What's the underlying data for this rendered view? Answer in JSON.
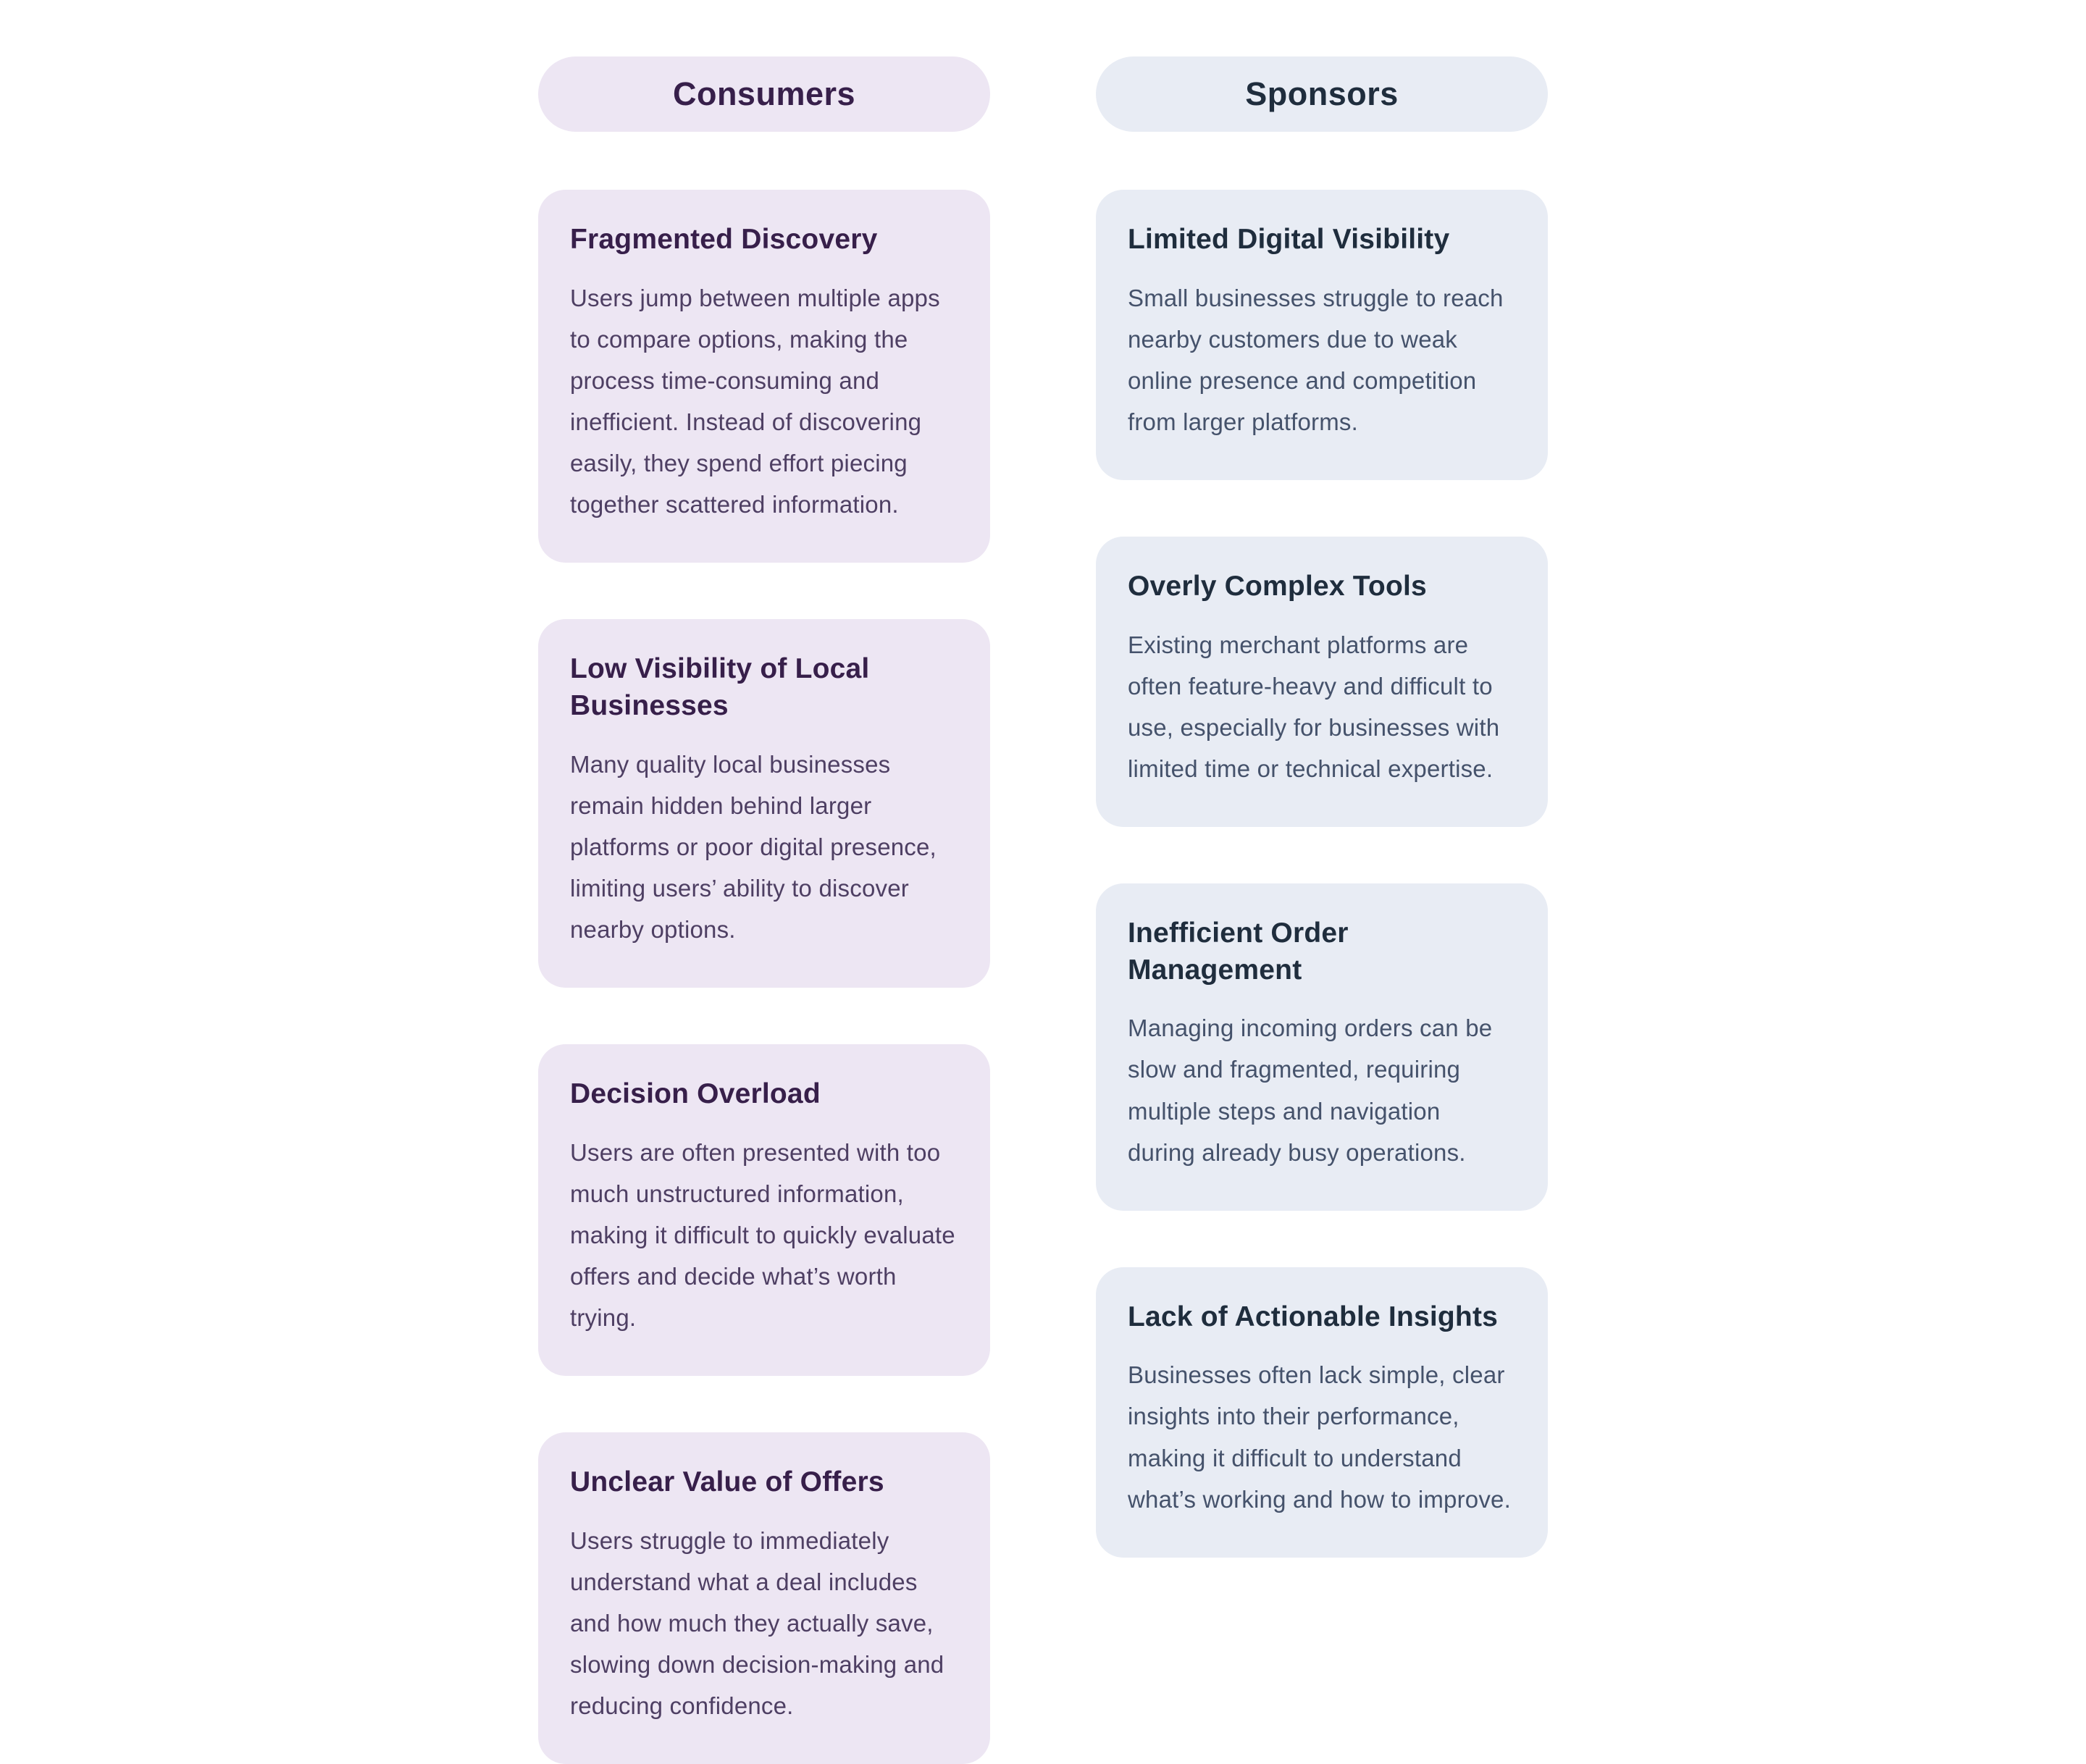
{
  "colors": {
    "consumers_bg": "#ede6f3",
    "consumers_heading": "#371f4a",
    "consumers_body": "#4e3f63",
    "sponsors_bg": "#e8ecf4",
    "sponsors_heading": "#1f2d3d",
    "sponsors_body": "#45526b",
    "page_bg": "#ffffff"
  },
  "columns": [
    {
      "title": "Consumers",
      "cards": [
        {
          "title": "Fragmented Discovery",
          "body": "Users jump between multiple apps to compare options, making the process time-consuming and inefficient. Instead of discovering easily, they spend effort piecing together scattered information."
        },
        {
          "title": "Low Visibility of Local Businesses",
          "body": "Many quality local businesses remain hidden behind larger platforms or poor digital presence, limiting users’ ability to discover nearby options."
        },
        {
          "title": "Decision Overload",
          "body": "Users are often presented with too much unstructured information, making it difficult to quickly evaluate offers and decide what’s worth trying."
        },
        {
          "title": "Unclear Value of Offers",
          "body": "Users struggle to immediately understand what a deal includes and how much they actually save, slowing down decision-making and reducing confidence."
        }
      ]
    },
    {
      "title": "Sponsors",
      "cards": [
        {
          "title": "Limited Digital Visibility",
          "body": "Small businesses struggle to reach nearby customers due to weak online presence and competition from larger platforms."
        },
        {
          "title": "Overly Complex Tools",
          "body": "Existing merchant platforms are often feature-heavy and difficult to use, especially for businesses with limited time or technical expertise."
        },
        {
          "title": "Inefficient Order Management",
          "body": "Managing incoming orders can be slow and fragmented, requiring multiple steps and navigation during already busy operations."
        },
        {
          "title": "Lack of Actionable Insights",
          "body": "Businesses often lack simple, clear insights into their performance, making it difficult to understand what’s working and how to improve."
        }
      ]
    }
  ]
}
